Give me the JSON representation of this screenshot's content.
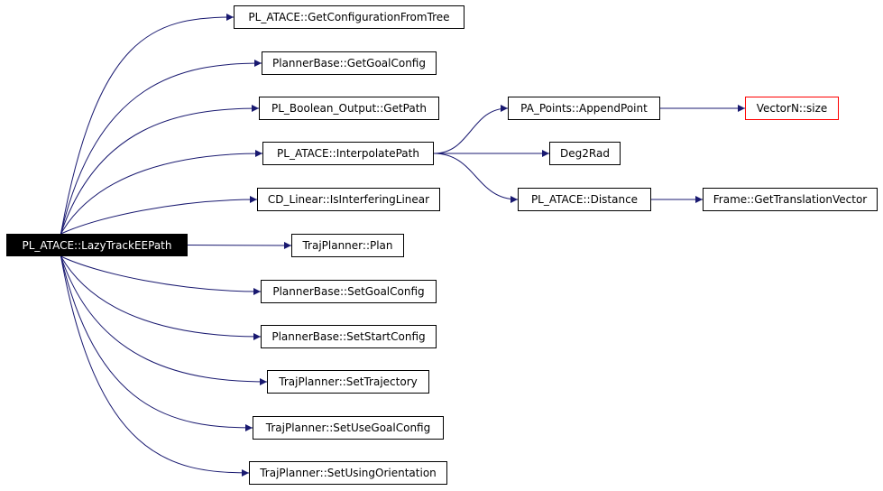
{
  "colors": {
    "edge": "#191970",
    "node_border": "#000000",
    "missing_border": "#ff0000",
    "root_fill": "#000000",
    "root_text": "#ffffff"
  },
  "nodes": {
    "root": "PL_ATACE::LazyTrackEEPath",
    "get_config_from_tree": "PL_ATACE::GetConfigurationFromTree",
    "get_goal_config": "PlannerBase::GetGoalConfig",
    "boolean_get_path": "PL_Boolean_Output::GetPath",
    "interpolate_path": "PL_ATACE::InterpolatePath",
    "is_interfering_linear": "CD_Linear::IsInterferingLinear",
    "traj_plan": "TrajPlanner::Plan",
    "set_goal_config": "PlannerBase::SetGoalConfig",
    "set_start_config": "PlannerBase::SetStartConfig",
    "set_trajectory": "TrajPlanner::SetTrajectory",
    "set_use_goal_config": "TrajPlanner::SetUseGoalConfig",
    "set_using_orientation": "TrajPlanner::SetUsingOrientation",
    "append_point": "PA_Points::AppendPoint",
    "deg2rad": "Deg2Rad",
    "distance": "PL_ATACE::Distance",
    "vectorn_size": "VectorN::size",
    "get_translation_vector": "Frame::GetTranslationVector"
  },
  "edges": [
    [
      "root",
      "get_config_from_tree"
    ],
    [
      "root",
      "get_goal_config"
    ],
    [
      "root",
      "boolean_get_path"
    ],
    [
      "root",
      "interpolate_path"
    ],
    [
      "root",
      "is_interfering_linear"
    ],
    [
      "root",
      "traj_plan"
    ],
    [
      "root",
      "set_goal_config"
    ],
    [
      "root",
      "set_start_config"
    ],
    [
      "root",
      "set_trajectory"
    ],
    [
      "root",
      "set_use_goal_config"
    ],
    [
      "root",
      "set_using_orientation"
    ],
    [
      "interpolate_path",
      "append_point"
    ],
    [
      "interpolate_path",
      "deg2rad"
    ],
    [
      "interpolate_path",
      "distance"
    ],
    [
      "append_point",
      "vectorn_size"
    ],
    [
      "distance",
      "get_translation_vector"
    ]
  ]
}
